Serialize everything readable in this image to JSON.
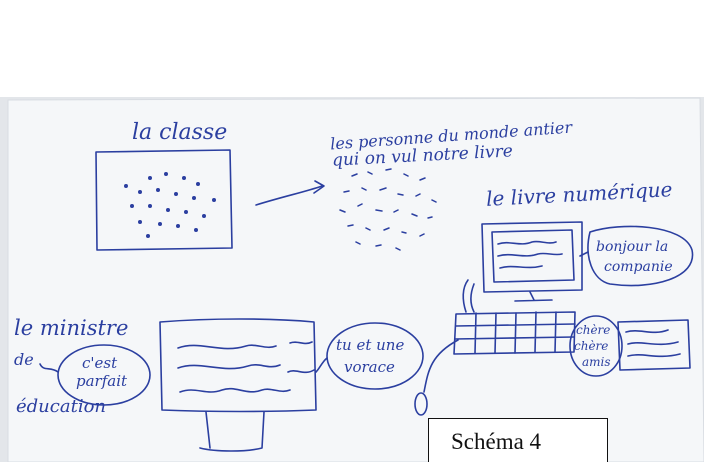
{
  "sketch": {
    "classroom_label": "la classe",
    "world_label_line1": "les personne du monde antier",
    "world_label_line2": "qui on vul notre livre",
    "ebook_label": "le livre numérique",
    "ebook_speech": [
      "bonjour la",
      "companie"
    ],
    "minister_label_line1": "le ministre",
    "minister_label_line2": "de",
    "minister_label_line3": "éducation",
    "minister_speech": [
      "c'est",
      "parfait"
    ],
    "reply_speech": [
      "tu et une",
      "vorace"
    ],
    "friends_speech": [
      "chère",
      "chère",
      "amis"
    ]
  },
  "caption": "Schéma 4",
  "colors": {
    "ink": "#2b3fa0",
    "paper": "#f4f6f8",
    "photo_bg": "#dfe3e8"
  }
}
